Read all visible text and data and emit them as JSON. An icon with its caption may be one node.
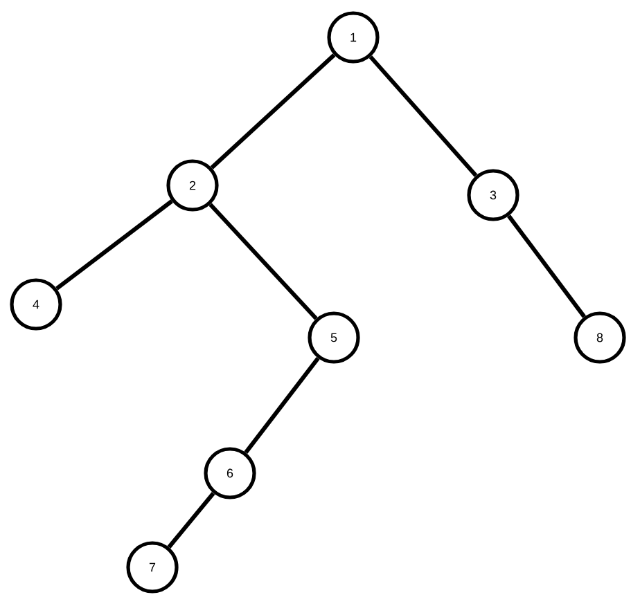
{
  "diagram": {
    "nodes": [
      {
        "text": [
          "1"
        ]
      },
      {
        "text": [
          "2"
        ]
      },
      {
        "text": [
          "3"
        ]
      },
      {
        "text": [
          "4"
        ]
      },
      {
        "text": [
          "5"
        ]
      },
      {
        "text": [
          "8"
        ]
      },
      {
        "text": [
          "6"
        ]
      },
      {
        "text": [
          "7"
        ]
      }
    ],
    "edges": [
      {
        "from": 0,
        "to": 1,
        "arrow": "none"
      },
      {
        "from": 0,
        "to": 2,
        "arrow": "none"
      },
      {
        "from": 1,
        "to": 3,
        "arrow": "none"
      },
      {
        "from": 1,
        "to": 4,
        "arrow": "none"
      },
      {
        "from": 2,
        "to": 5,
        "arrow": "none"
      },
      {
        "from": 4,
        "to": 6,
        "arrow": "none"
      },
      {
        "from": 6,
        "to": 7,
        "arrow": "none"
      }
    ]
  }
}
